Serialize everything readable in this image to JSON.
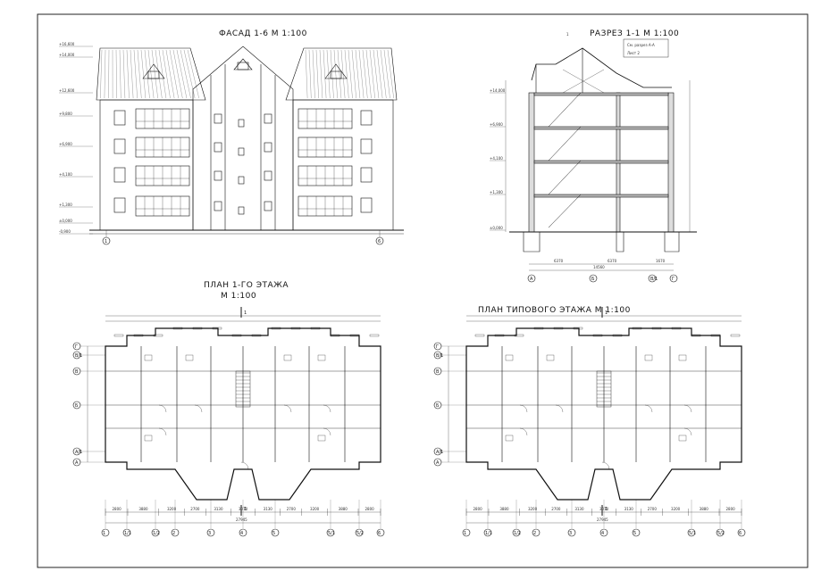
{
  "titles": {
    "facade": "ФАСАД 1-6   М 1:100",
    "section": "РАЗРЕЗ 1-1   М 1:100",
    "plan1_line1": "ПЛАН 1-ГО ЭТАЖА",
    "plan1_line2": "М 1:100",
    "plan_typical": "ПЛАН ТИПОВОГО ЭТАЖА М 1:100"
  },
  "section_note": {
    "line1": "См. разрез А-А",
    "line2": "Лист 2"
  },
  "cut_label": "1",
  "facade_axes": [
    "1",
    "6"
  ],
  "section_axes": [
    "А",
    "Б",
    "В/1",
    "Г"
  ],
  "section_dims": [
    "6370",
    "6370",
    "1670",
    "14560"
  ],
  "plan_axes_bottom": [
    "1",
    "1/1",
    "1/2",
    "2",
    "3",
    "4",
    "5",
    "5/1",
    "5/2",
    "6"
  ],
  "plan_axes_left": [
    "Г",
    "В/1",
    "В",
    "Б",
    "А/1",
    "А"
  ],
  "plan_overall": "27945",
  "plan_bays": [
    "2800",
    "3880",
    "3200",
    "2700",
    "3130",
    "3070",
    "3130",
    "2700",
    "3200",
    "3880",
    "2800"
  ],
  "levels": [
    "+16,600",
    "+14,000",
    "+12,600",
    "+9,800",
    "+6,900",
    "+4,100",
    "+1,300",
    "±0,000",
    "-0,900"
  ],
  "colors": {
    "ink": "#111111",
    "frame": "#222222",
    "hatch": "#444444"
  }
}
